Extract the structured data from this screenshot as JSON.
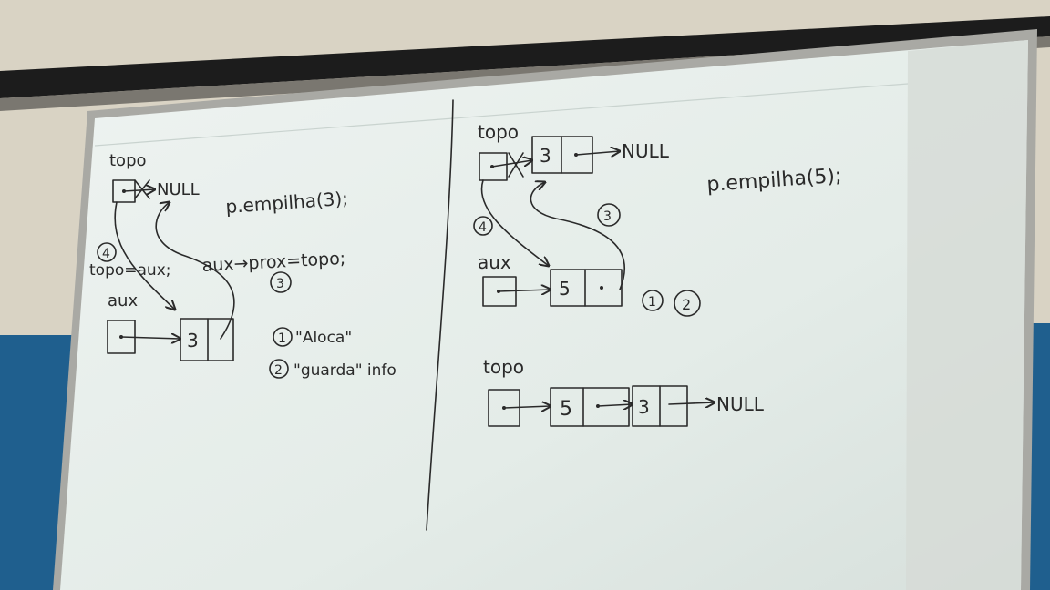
{
  "left_panel": {
    "topo_label": "topo",
    "null_label": "NULL",
    "code_push": "p.empilha(3);",
    "step4_num": "4",
    "step4_code": "topo=aux;",
    "aux_label": "aux",
    "step3_code": "aux→prox=topo;",
    "step3_num": "3",
    "node_value": "3",
    "step1_num": "1",
    "step1_text": "\"Aloca\"",
    "step2_num": "2",
    "step2_text": "\"guarda\" info"
  },
  "right_panel": {
    "topo_label": "topo",
    "top_node_value": "3",
    "null_label": "NULL",
    "code_push": "p.empilha(5);",
    "step4_num": "4",
    "step3_num": "3",
    "aux_label": "aux",
    "new_node_value": "5",
    "step1_num": "1",
    "step2_num": "2",
    "final_topo_label": "topo",
    "final_values": [
      "5",
      "3"
    ],
    "final_null_label": "NULL"
  },
  "colors": {
    "board": "#e6eeea",
    "marker": "#2a2a2a",
    "wall_blue": "#1f5f8e",
    "frame": "#9a9a95"
  }
}
